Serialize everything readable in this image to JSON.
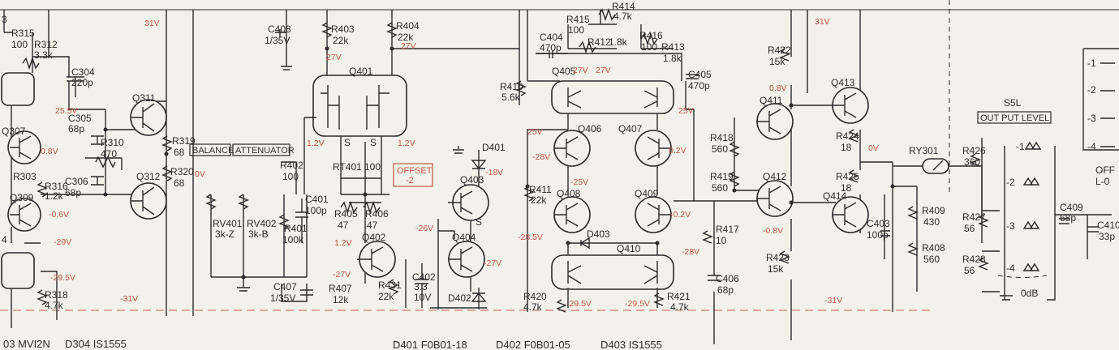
{
  "components": {
    "R315": [
      "R315",
      "100"
    ],
    "R312": [
      "R312",
      "3.3k"
    ],
    "C304": [
      "C304",
      "220p"
    ],
    "C305": [
      "C305",
      "68p"
    ],
    "R310": [
      "R310",
      "470"
    ],
    "C306": [
      "C306",
      "68p"
    ],
    "R316": [
      "R316",
      "1.2k"
    ],
    "R318": [
      "R318",
      "4.7k"
    ],
    "R319": [
      "R319",
      "68"
    ],
    "R320": [
      "R320",
      "68"
    ],
    "C408": [
      "C408",
      "1/35V"
    ],
    "R403": [
      "R403",
      "22k"
    ],
    "R404": [
      "R404",
      "22k"
    ],
    "RV401": [
      "RV401",
      "3k-Z"
    ],
    "RV402": [
      "RV402",
      "3k-B"
    ],
    "R402": [
      "R402",
      "100"
    ],
    "R401": [
      "R401",
      "100k"
    ],
    "C401": [
      "C401",
      "100p"
    ],
    "C407": [
      "C407",
      "1/35V"
    ],
    "RT401": [
      "RT401",
      "100"
    ],
    "R405": [
      "R405",
      "47"
    ],
    "R406": [
      "R406",
      "47"
    ],
    "R407": [
      "R407",
      "12k"
    ],
    "R431": [
      "R431",
      "22k"
    ],
    "C402": [
      "C402",
      "3.3",
      "10V"
    ],
    "R415": [
      "R415",
      "100"
    ],
    "R414": [
      "R414",
      "4.7k"
    ],
    "R412": [
      "R412",
      "1.8k"
    ],
    "R416": [
      "R416",
      "100"
    ],
    "R413": [
      "R413",
      "1.8k"
    ],
    "C404": [
      "C404",
      "470p"
    ],
    "C405": [
      "C405",
      "470p"
    ],
    "R410": [
      "R410",
      "5.6k"
    ],
    "R411": [
      "R411",
      "22k"
    ],
    "R420": [
      "R420",
      "4.7k"
    ],
    "R421": [
      "R421",
      "4.7k"
    ],
    "R422": [
      "R422",
      "15k"
    ],
    "R418": [
      "R418",
      "560"
    ],
    "R419": [
      "R419",
      "560"
    ],
    "R417": [
      "R417",
      "10"
    ],
    "C406": [
      "C406",
      "68p"
    ],
    "R423": [
      "R423",
      "15k"
    ],
    "R424": [
      "R424",
      "18"
    ],
    "R425": [
      "R425",
      "18"
    ],
    "C403": [
      "C403",
      "100p"
    ],
    "R409": [
      "R409",
      "430"
    ],
    "R408": [
      "R408",
      "560"
    ],
    "R426": [
      "R426",
      "360"
    ],
    "R427": [
      "R427",
      "56"
    ],
    "R428": [
      "R428",
      "56"
    ],
    "C409": [
      "C409",
      "68p"
    ],
    "C410": [
      "C410",
      "33p"
    ]
  },
  "transistors": [
    "Q307",
    "Q309",
    "Q311",
    "Q312",
    "Q401",
    "Q402",
    "Q403",
    "Q404",
    "Q405",
    "Q406",
    "Q407",
    "Q408",
    "Q409",
    "Q410",
    "Q411",
    "Q412",
    "Q413",
    "Q414"
  ],
  "diodes": [
    "D401",
    "D402",
    "D403"
  ],
  "relay": "RY301",
  "boxes": {
    "balance": "BALANCE",
    "attenuator": "ATTENUATOR",
    "offset": [
      "OFFSET",
      "-2"
    ]
  },
  "switch": {
    "name": "S5L",
    "title": "OUT PUT LEVEL",
    "positions": [
      "-1",
      "-2",
      "-3",
      "-4"
    ],
    "odb": "0dB",
    "right_positions": [
      "-1",
      "-2",
      "-3",
      "-4"
    ],
    "off": "OFF",
    "o": "L-0"
  },
  "voltages": [
    "31V",
    "25.5V",
    "0.8V",
    "-0.6V",
    "-29V",
    "-29.5V",
    "-31V",
    "0V",
    "27V",
    "27V",
    "1.2V",
    "1.2V",
    "-27V",
    "-26V",
    "-27V",
    "-18V",
    "27V",
    "27V",
    "25V",
    "25V",
    "-28V",
    "-25V",
    "0.2V",
    "-28.5V",
    "-0.2V",
    "-29.5V",
    "-29.5V",
    "-28V",
    "31V",
    "0.8V",
    "0V",
    "-0.8V",
    "-31V"
  ],
  "q401_pins": [
    "S",
    "S"
  ],
  "q403_pin": "S",
  "footer": {
    "left_a": "03 MVI2N",
    "left_b": "D304 IS1555",
    "d401": "D401 F0B01-18",
    "d402": "D402 F0B01-05",
    "d403": "D403 IS1555"
  },
  "fragments": {
    "r_top": "3",
    "r303": "R303",
    "d4": "4"
  }
}
